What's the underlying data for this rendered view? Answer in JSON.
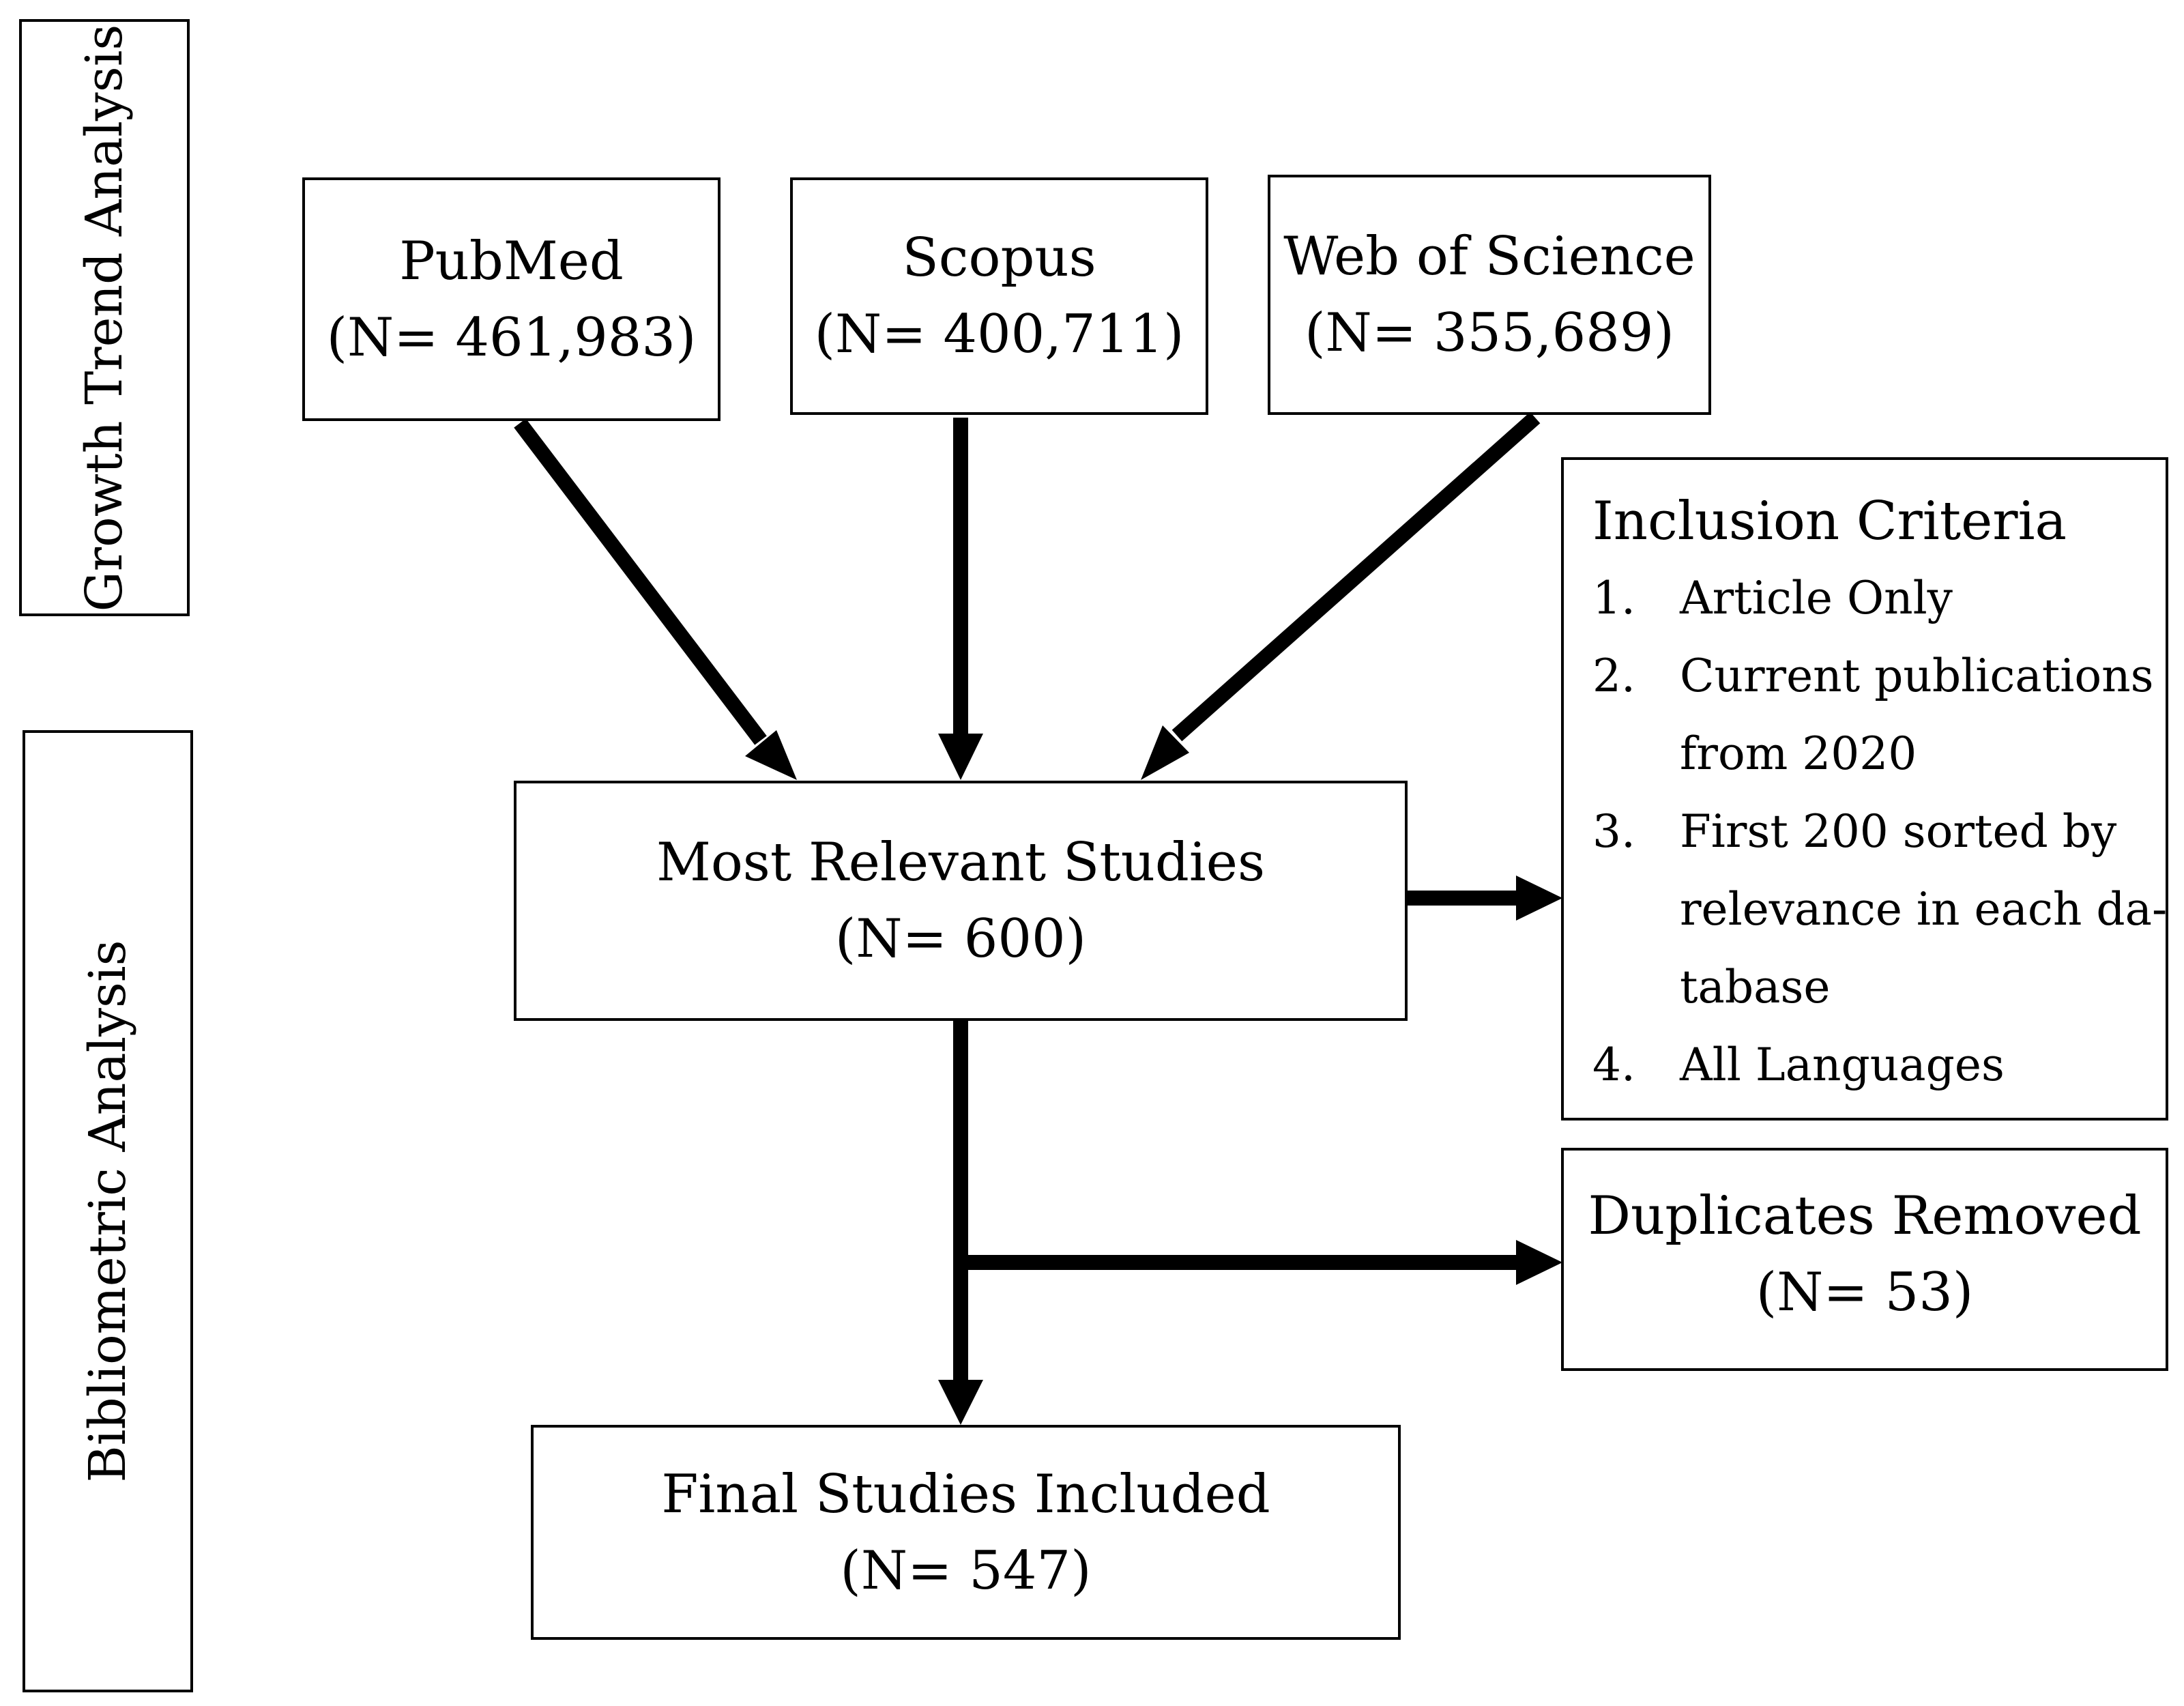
{
  "side_labels": {
    "growth": "Growth Trend Analysis",
    "bibliometric": "Bibliometric Analysis"
  },
  "sources": [
    {
      "name": "PubMed",
      "count": "(N= 461,983)"
    },
    {
      "name": "Scopus",
      "count": "(N= 400,711)"
    },
    {
      "name": "Web of Science",
      "count": "(N= 355,689)"
    }
  ],
  "relevant": {
    "title": "Most Relevant Studies",
    "count": "(N= 600)"
  },
  "inclusion": {
    "title": "Inclusion Criteria",
    "items": [
      {
        "num": "1.",
        "lines": [
          "Article Only"
        ]
      },
      {
        "num": "2.",
        "lines": [
          "Current publications",
          "from 2020"
        ]
      },
      {
        "num": "3.",
        "lines": [
          "First 200 sorted by",
          "relevance in each da-",
          "tabase"
        ]
      },
      {
        "num": "4.",
        "lines": [
          "All Languages"
        ]
      }
    ]
  },
  "duplicates": {
    "title": "Duplicates Removed",
    "count": "(N= 53)"
  },
  "final": {
    "title": "Final Studies Included",
    "count": "(N= 547)"
  },
  "colors": {
    "stroke": "#000000",
    "background": "#ffffff"
  }
}
